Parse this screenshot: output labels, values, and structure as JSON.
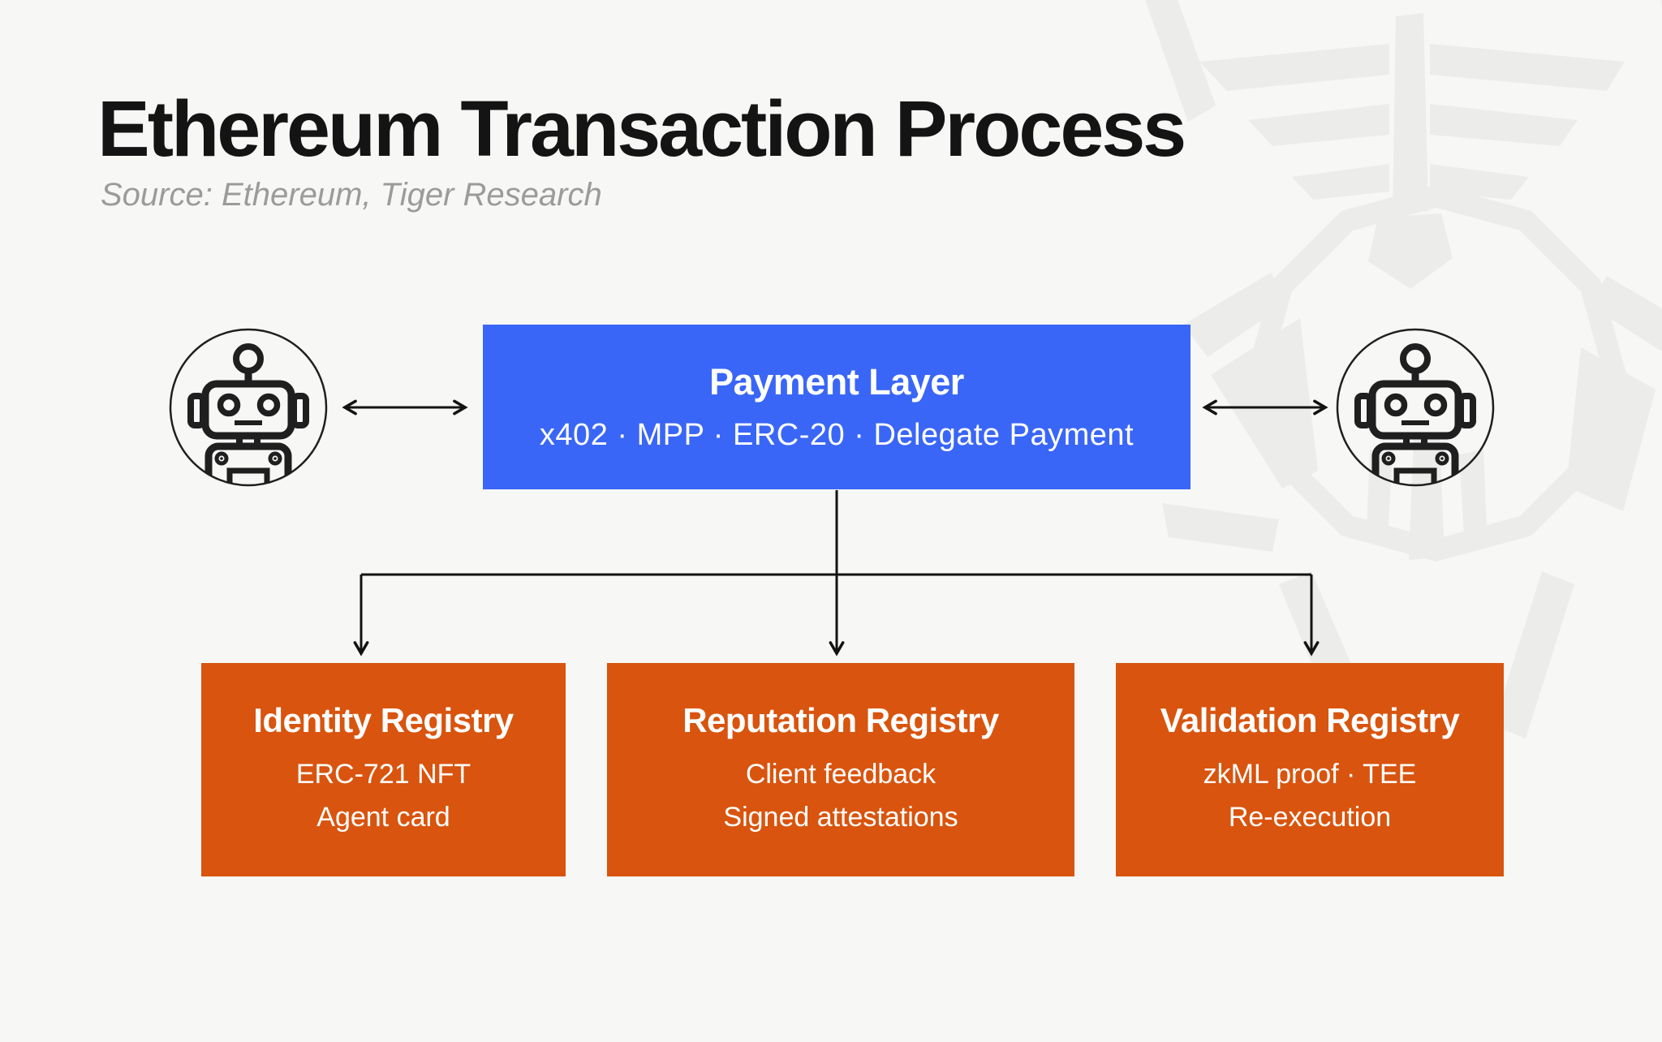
{
  "colors": {
    "background": "#f7f7f5",
    "watermark": "#ececea",
    "accent_blue": "#3a66f7",
    "accent_orange": "#d9540e",
    "text_dark": "#141414",
    "text_gray": "#9b9b9b",
    "text_white": "#ffffff",
    "line_dark": "#131313"
  },
  "header": {
    "title": "Ethereum Transaction Process",
    "subtitle": "Source: Ethereum, Tiger Research"
  },
  "diagram": {
    "payment_layer": {
      "title": "Payment Layer",
      "subtitle": "x402 · MPP · ERC-20 · Delegate Payment"
    },
    "registries": [
      {
        "title": "Identity Registry",
        "lines": [
          "ERC-721 NFT",
          "Agent card"
        ]
      },
      {
        "title": "Reputation Registry",
        "lines": [
          "Client feedback",
          "Signed attestations"
        ]
      },
      {
        "title": "Validation Registry",
        "lines": [
          "zkML proof · TEE",
          "Re-execution"
        ]
      }
    ]
  },
  "icons": {
    "agent_left": "robot-icon",
    "agent_right": "robot-icon",
    "background_logo": "tiger-watermark-icon",
    "connector": "double-arrow-icon"
  }
}
